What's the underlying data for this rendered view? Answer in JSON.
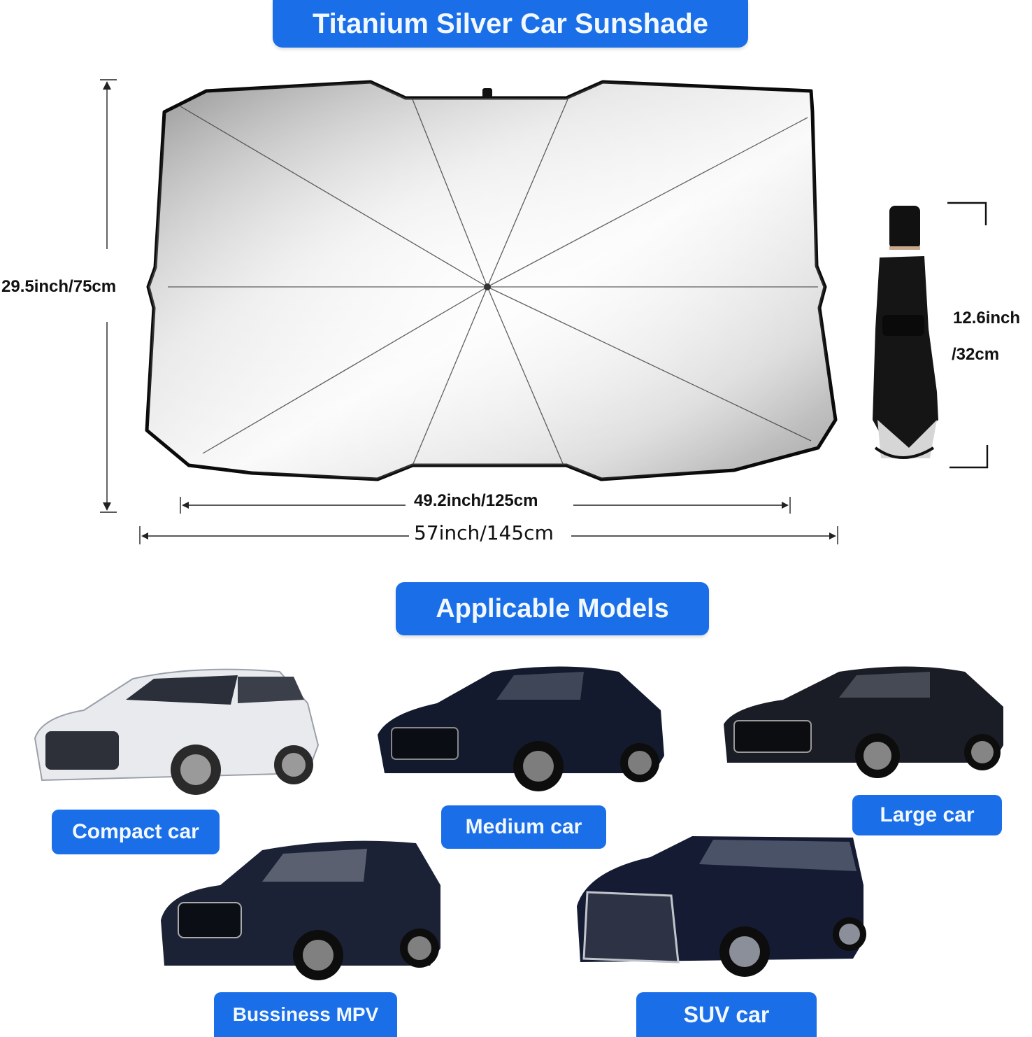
{
  "header": {
    "title": "Titanium Silver Car Sunshade"
  },
  "dimensions": {
    "height": "29.5inch/75cm",
    "inner_width": "49.2inch/125cm",
    "outer_width": "57inch/145cm",
    "folded_length_line1": "12.6inch",
    "folded_length_line2": "/32cm"
  },
  "models_section": {
    "title": "Applicable Models",
    "items": [
      {
        "label": "Compact car",
        "car_color": "#e8eaee"
      },
      {
        "label": "Medium car",
        "car_color": "#141a2e"
      },
      {
        "label": "Large car",
        "car_color": "#1a1d26"
      },
      {
        "label": "Bussiness MPV",
        "car_color": "#1c2236"
      },
      {
        "label": "SUV car",
        "car_color": "#141b33"
      }
    ]
  },
  "colors": {
    "accent": "#1a6ee8",
    "banner_text": "#f2f8ff"
  }
}
